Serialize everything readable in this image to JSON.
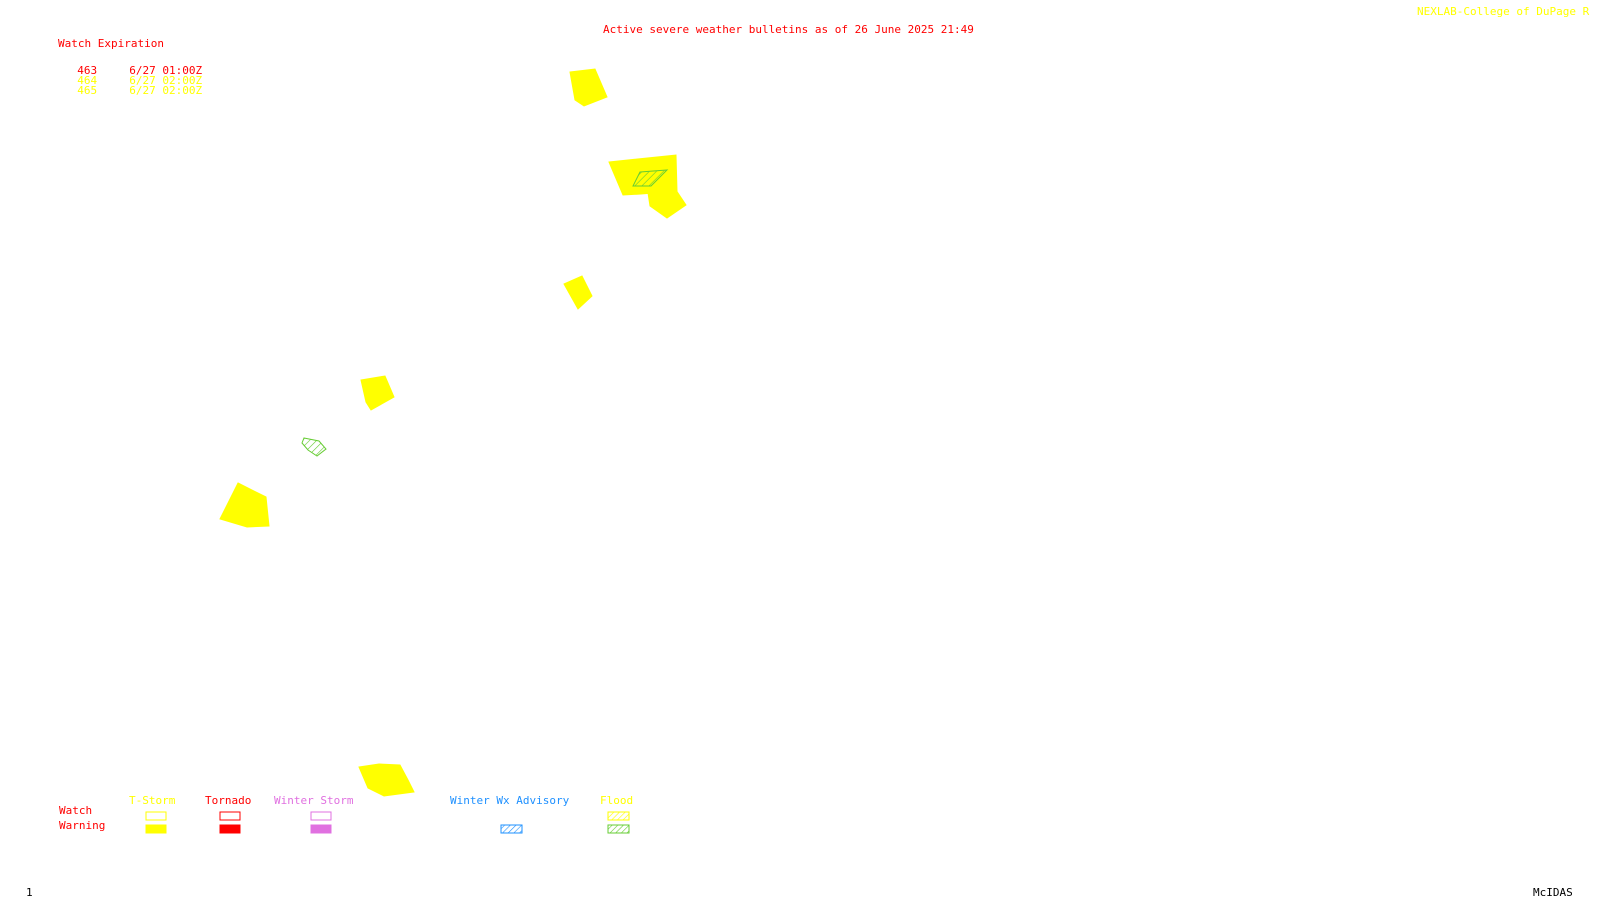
{
  "header": {
    "title": "Active severe weather bulletins as of 26 June 2025 21:49",
    "credit": "NEXLAB-College of DuPage R"
  },
  "watch_table": {
    "header": "Watch Expiration",
    "rows": [
      {
        "number": "463",
        "expiration": "6/27 01:00Z",
        "color": "#ff0000"
      },
      {
        "number": "464",
        "expiration": "6/27 02:00Z",
        "color": "#ffff00"
      },
      {
        "number": "465",
        "expiration": "6/27 02:00Z",
        "color": "#ffff00"
      }
    ]
  },
  "legend": {
    "row_labels": {
      "watch": "Watch",
      "warning": "Warning"
    },
    "categories": [
      {
        "label": "T-Storm",
        "color": "#ffff00",
        "watch_style": "outline",
        "warning_style": "solid"
      },
      {
        "label": "Tornado",
        "color": "#ff0000",
        "watch_style": "outline",
        "warning_style": "solid"
      },
      {
        "label": "Winter Storm",
        "color": "#e070e0",
        "watch_style": "outline",
        "warning_style": "solid"
      },
      {
        "label": "Winter Wx Advisory",
        "color": "#1e90ff",
        "watch_style": "none",
        "warning_style": "hatched"
      },
      {
        "label": "Flood",
        "color": "#ffff00",
        "watch_style": "hatched",
        "warning_style": "hatched",
        "warning_color": "#66cc33"
      }
    ]
  },
  "alerts": [
    {
      "type": "T-Storm Warning",
      "color": "#ffff00",
      "style": "solid"
    },
    {
      "type": "T-Storm Warning",
      "color": "#ffff00",
      "style": "solid"
    },
    {
      "type": "T-Storm Warning",
      "color": "#ffff00",
      "style": "solid"
    },
    {
      "type": "T-Storm Warning",
      "color": "#ffff00",
      "style": "solid"
    },
    {
      "type": "T-Storm Warning",
      "color": "#ffff00",
      "style": "solid"
    },
    {
      "type": "T-Storm Warning",
      "color": "#ffff00",
      "style": "solid"
    },
    {
      "type": "T-Storm Warning",
      "color": "#ffff00",
      "style": "solid"
    },
    {
      "type": "Flood Warning",
      "color": "#66cc33",
      "style": "hatched"
    },
    {
      "type": "Flood Warning",
      "color": "#66cc33",
      "style": "hatched"
    }
  ],
  "footer": {
    "frame_number": "1",
    "system": "McIDAS"
  },
  "colors": {
    "text_primary": "#ff0000",
    "credit": "#ffff00",
    "footer_text": "#000000",
    "background": "#ffffff"
  }
}
